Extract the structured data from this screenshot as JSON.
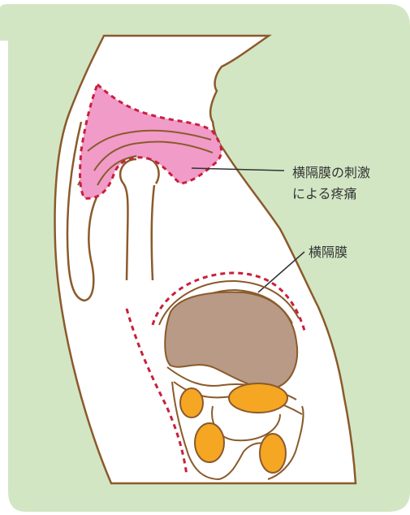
{
  "labels": {
    "referred_pain_line1": "横隔膜の刺激",
    "referred_pain_line2": "による疼痛",
    "diaphragm": "横隔膜"
  },
  "colors": {
    "panel_background": "#d2e6c4",
    "body_fill": "#ffffff",
    "outline": "#8b5a2b",
    "pain_region": "#f19bc9",
    "diaphragm_dashed": "#c8203a",
    "liver": "#b89a86",
    "intestines": "#f5a623"
  }
}
